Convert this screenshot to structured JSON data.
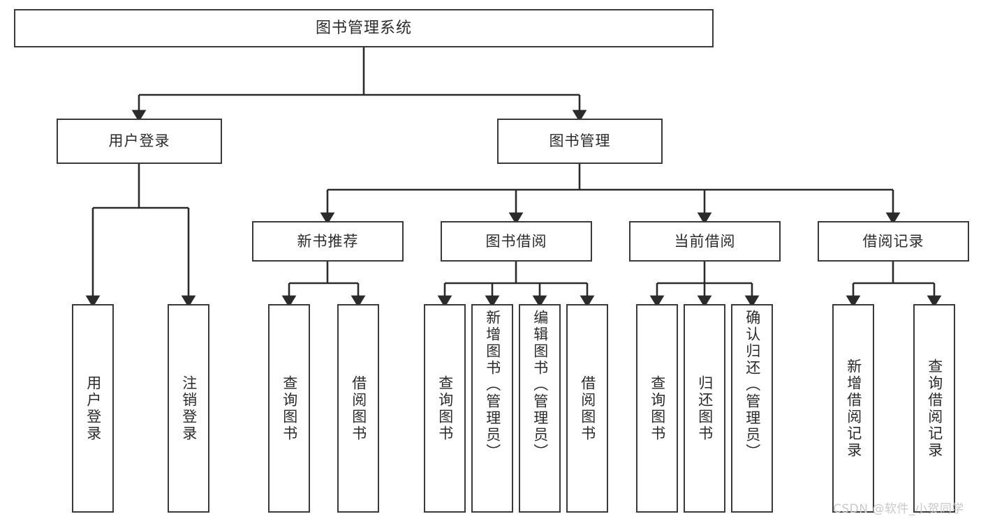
{
  "diagram": {
    "title": "图书管理系统",
    "type": "tree",
    "watermark": "CSDN @软件_小贺同学",
    "colors": {
      "box_border": "#3a3a3a",
      "box_fill": "#ffffff",
      "connector": "#2b2b2b",
      "text": "#2b2b2b",
      "watermark": "#c9c9c9",
      "background": "#ffffff"
    },
    "root": {
      "label": "图书管理系统"
    },
    "level1": [
      {
        "id": "user-login",
        "label": "用户登录"
      },
      {
        "id": "book-manage",
        "label": "图书管理"
      }
    ],
    "level2": [
      {
        "id": "new-book-recommend",
        "label": "新书推荐"
      },
      {
        "id": "book-borrow",
        "label": "图书借阅"
      },
      {
        "id": "current-borrow",
        "label": "当前借阅"
      },
      {
        "id": "borrow-record",
        "label": "借阅记录"
      }
    ],
    "leaves": {
      "user-login": [
        {
          "id": "leaf-user-login",
          "label": "用户登录"
        },
        {
          "id": "leaf-logout",
          "label": "注销登录"
        }
      ],
      "new-book-recommend": [
        {
          "id": "leaf-query-book-1",
          "label": "查询图书"
        },
        {
          "id": "leaf-borrow-book-1",
          "label": "借阅图书"
        }
      ],
      "book-borrow": [
        {
          "id": "leaf-query-book-2",
          "label": "查询图书"
        },
        {
          "id": "leaf-add-book",
          "label": "新增图书（管理员）"
        },
        {
          "id": "leaf-edit-book",
          "label": "编辑图书（管理员）"
        },
        {
          "id": "leaf-borrow-book-2",
          "label": "借阅图书"
        }
      ],
      "current-borrow": [
        {
          "id": "leaf-query-book-3",
          "label": "查询图书"
        },
        {
          "id": "leaf-return-book",
          "label": "归还图书"
        },
        {
          "id": "leaf-confirm-return",
          "label": "确认归还（管理员）"
        }
      ],
      "borrow-record": [
        {
          "id": "leaf-add-record",
          "label": "新增借阅记录"
        },
        {
          "id": "leaf-query-record",
          "label": "查询借阅记录"
        }
      ]
    }
  }
}
